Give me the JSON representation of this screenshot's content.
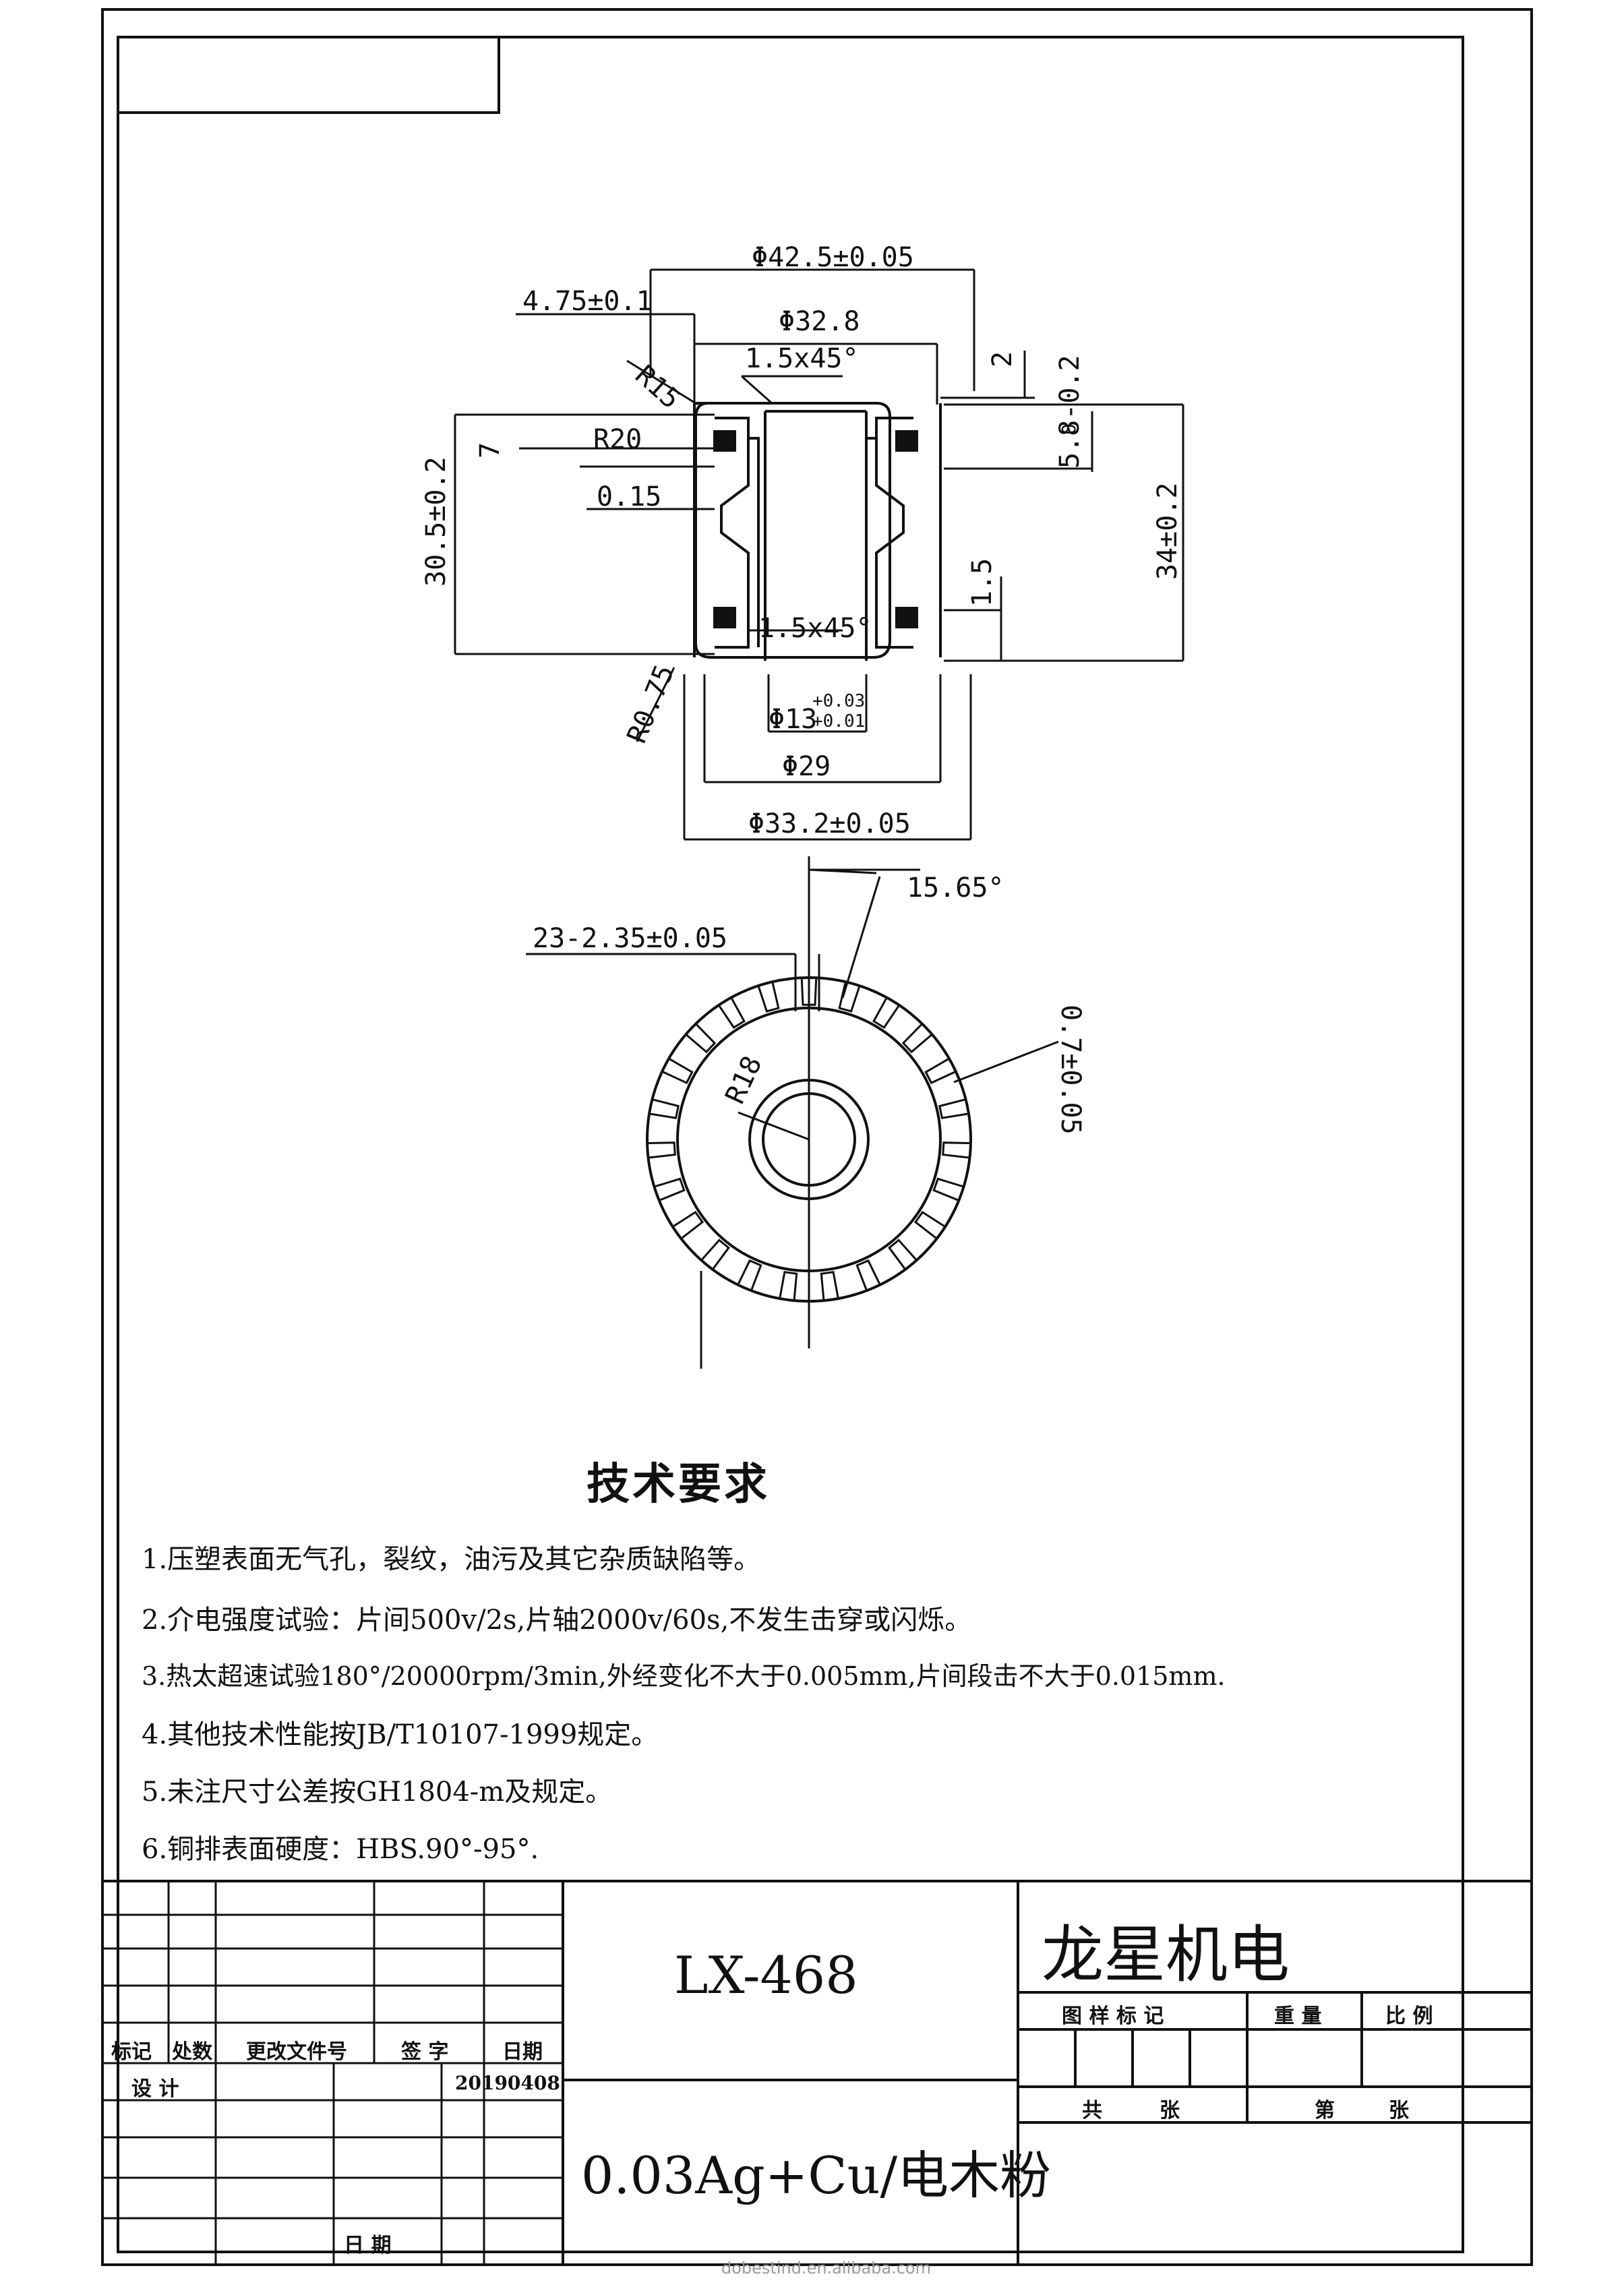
{
  "drawing": {
    "section_dimensions": {
      "d_outer": "Φ42.5±0.05",
      "d_inner_top": "Φ32.8",
      "chamfer_top": "1.5x45°",
      "chamfer_bottom": "1.5x45°",
      "side_width": "4.75±0.1",
      "radius_top": "R15",
      "radius_ring": "R20",
      "gap": "0.15",
      "step": "7",
      "height_left": "30.5±0.2",
      "height_right": "34±0.2",
      "top_step": "2",
      "depth": "5.8-0.2",
      "depth_upper": "0",
      "lower_step": "1.5",
      "radius_bottom": "R0.75",
      "bore_base": "Φ13",
      "bore_tol_upper": "+0.03",
      "bore_tol_lower": "+0.01",
      "d_29": "Φ29",
      "d_base": "Φ33.2±0.05"
    },
    "plan_dimensions": {
      "angle": "15.65°",
      "segments": "23-2.35±0.05",
      "radius": "R18",
      "slot": "0.7±0.05"
    }
  },
  "requirements": {
    "title": "技术要求",
    "items": [
      "1.压塑表面无气孔，裂纹，油污及其它杂质缺陷等。",
      "2.介电强度试验：片间500v/2s,片轴2000v/60s,不发生击穿或闪烁。",
      "3.热太超速试验180°/20000rpm/3min,外经变化不大于0.005mm,片间段击不大于0.015mm.",
      "4.其他技术性能按JB/T10107-1999规定。",
      "5.未注尺寸公差按GH1804-m及规定。",
      "6.铜排表面硬度：HBS.90°-95°."
    ]
  },
  "title_block": {
    "col_biaoji": "标记",
    "col_chushu": "处数",
    "col_gaiwenjian": "更改文件号",
    "col_qianzi": "签 字",
    "col_riqi": "日期",
    "sheji": "设  计",
    "date_value": "20190408",
    "riqi_bottom": "日  期",
    "part_no": "LX-468",
    "material": "0.03Ag+Cu/电木粉",
    "company": "龙星机电",
    "tuyang": "图 样 标 记",
    "zhongliang": "重 量",
    "bili": "比 例",
    "gong": "共",
    "zhang1": "张",
    "di": "第",
    "zhang2": "张"
  },
  "footer": {
    "watermark": "dobestind.en.alibaba.com"
  }
}
